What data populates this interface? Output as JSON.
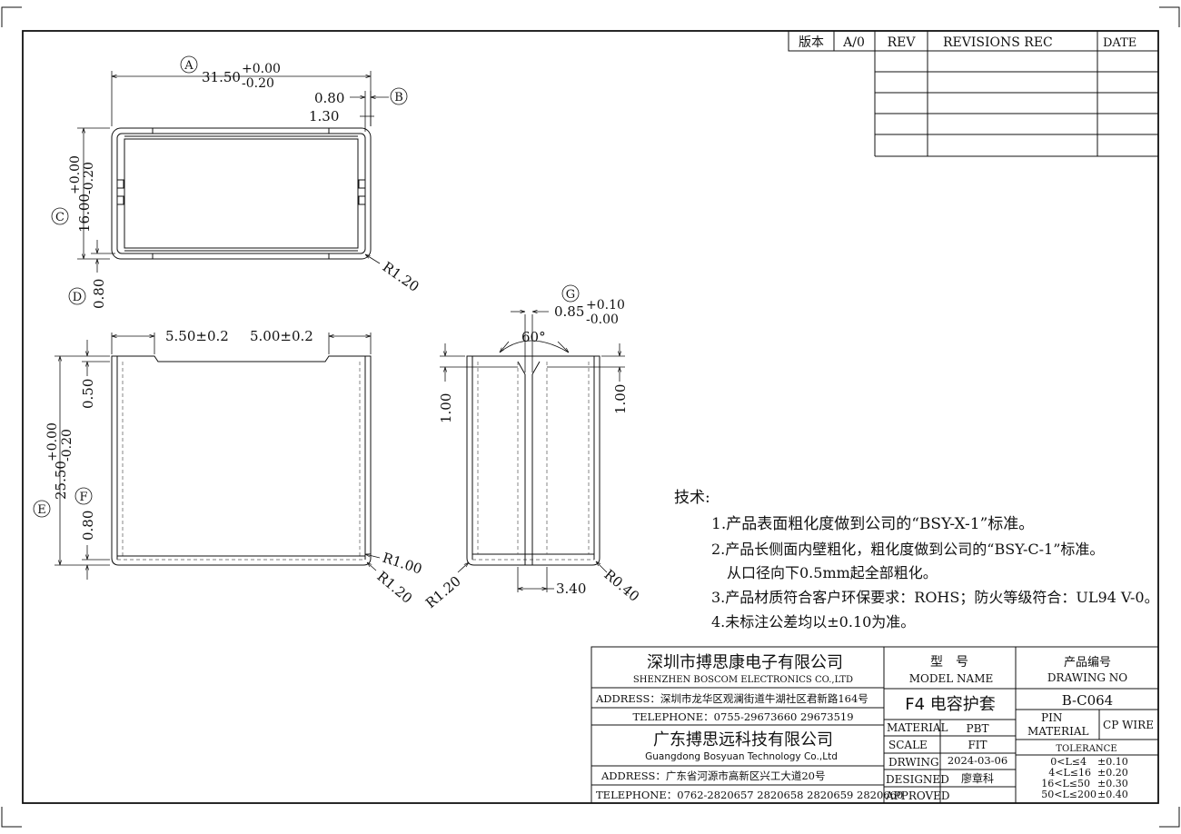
{
  "rev_table": {
    "version_label": "版本",
    "version_value": "A/0",
    "rev_header": "REV",
    "revisions_header": "REVISIONS REC",
    "date_header": "DATE"
  },
  "top_view": {
    "dim_A_letter": "A",
    "dim_A_value": "31.50",
    "dim_A_plus": "+0.00",
    "dim_A_minus": "-0.20",
    "dim_B_letter": "B",
    "dim_B_value1": "0.80",
    "dim_B_value2": "1.30",
    "dim_C_letter": "C",
    "dim_C_value": "16.00",
    "dim_C_plus": "+0.00",
    "dim_C_minus": "-0.20",
    "dim_D_letter": "D",
    "dim_D_value": "0.80",
    "radius": "R1.20"
  },
  "front_view": {
    "dim_left": "5.50±0.2",
    "dim_right": "5.00±0.2",
    "dim_E_letter": "E",
    "dim_E_value": "25.50",
    "dim_E_plus": "+0.00",
    "dim_E_minus": "-0.20",
    "dim_F_letter": "F",
    "dim_F_value": "0.80",
    "dim_top": "0.50",
    "radius_inner": "R1.00",
    "radius_outer": "R1.20"
  },
  "side_view": {
    "dim_G_letter": "G",
    "dim_G_value": "0.85",
    "dim_G_plus": "+0.10",
    "dim_G_minus": "-0.00",
    "angle": "60°",
    "dim_left": "1.00",
    "dim_right": "1.00",
    "dim_bottom": "3.40",
    "radius_left": "R1.20",
    "radius_right": "R0.40"
  },
  "notes": {
    "heading": "技术:",
    "items": [
      "1.产品表面粗化度做到公司的“BSY-X-1”标准。",
      "2.产品长侧面内壁粗化，粗化度做到公司的“BSY-C-1”标准。",
      "从口径向下0.5mm起全部粗化。",
      "3.产品材质符合客户环保要求：ROHS；防火等级符合：UL94 V-0。",
      "4.未标注公差均以±0.10为准。"
    ]
  },
  "title_block": {
    "company1_cn": "深圳市搏思康电子有限公司",
    "company1_en": "SHENZHEN BOSCOM ELECTRONICS CO.,LTD",
    "address1": "ADDRESS：深圳市龙华区观澜街道牛湖社区君新路164号",
    "telephone1": "TELEPHONE：0755-29673660 29673519",
    "company2_cn": "广东搏思远科技有限公司",
    "company2_en": "Guangdong Bosyuan Technology Co.,Ltd",
    "address2": "ADDRESS：广东省河源市高新区兴工大道20号",
    "telephone2": "TELEPHONE：0762-2820657 2820658 2820659 2820660",
    "model_label_cn": "型　号",
    "model_label_en": "MODEL NAME",
    "model_value": "F4 电容护套",
    "drawing_label_cn": "产品编号",
    "drawing_label_en": "DRAWING NO",
    "drawing_value": "B-C064",
    "material_label": "MATERIAL",
    "material_value": "PBT",
    "scale_label": "SCALE",
    "scale_value": "FIT",
    "drwing_label": "DRWING",
    "drwing_value": "2024-03-06",
    "designed_label": "DESIGNED",
    "designed_value": "廖章科",
    "approved_label": "APPROVED",
    "pin_material_label1": "PIN",
    "pin_material_label2": "MATERIAL",
    "pin_material_value": "CP WIRE",
    "tolerance_label": "TOLERANCE",
    "tolerance_rows": [
      {
        "range": "0<L≤4",
        "tol": "±0.10"
      },
      {
        "range": "4<L≤16",
        "tol": "±0.20"
      },
      {
        "range": "16<L≤50",
        "tol": "±0.30"
      },
      {
        "range": "50<L≤200",
        "tol": "±0.40"
      }
    ]
  }
}
